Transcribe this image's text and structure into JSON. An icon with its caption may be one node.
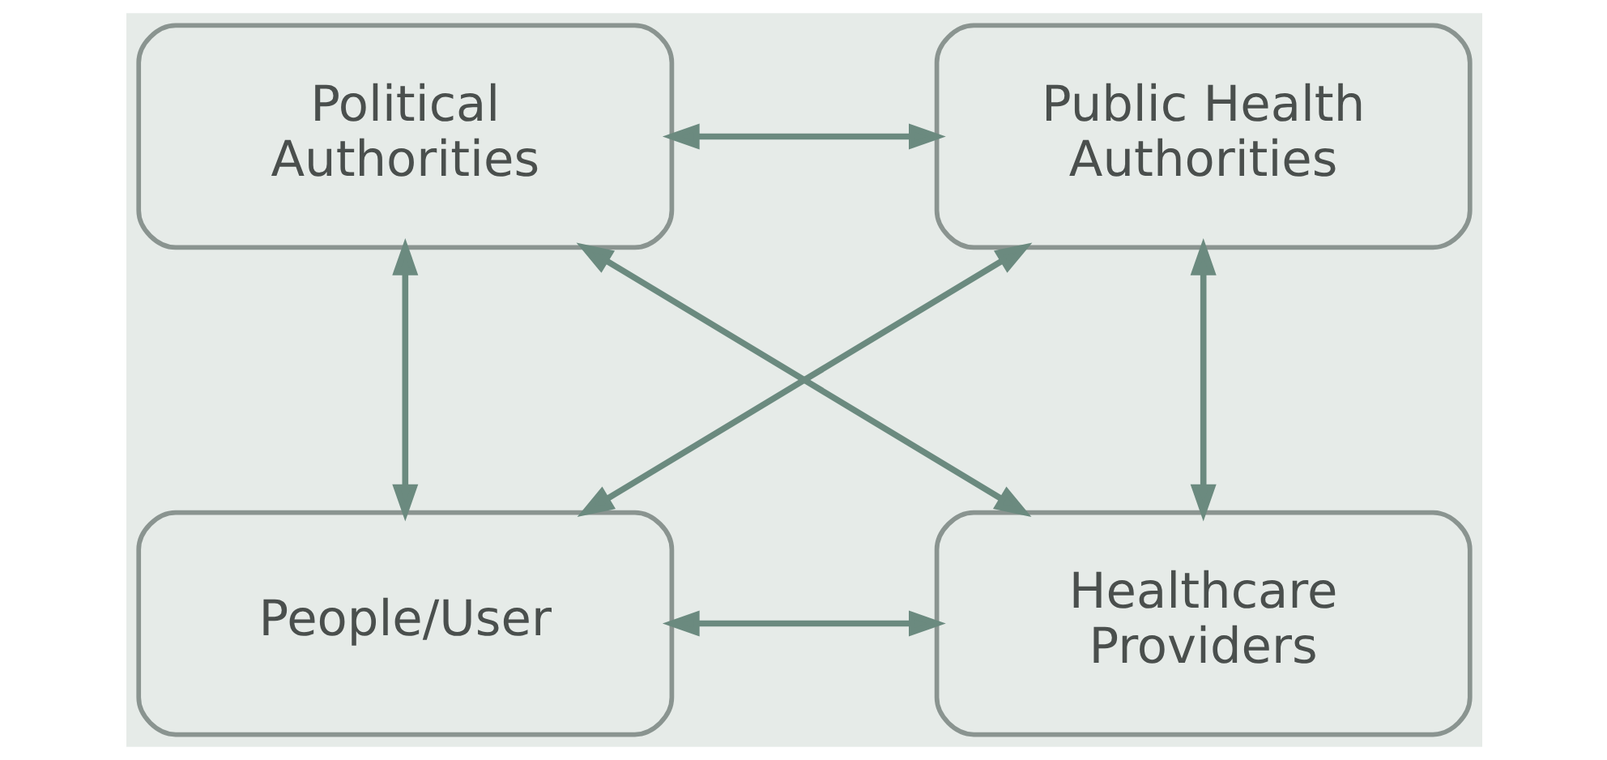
{
  "diagram": {
    "nodes": [
      {
        "text": [
          "Political Authorities"
        ]
      },
      {
        "text": [
          "Public Health Authorities"
        ]
      },
      {
        "text": [
          "People/User"
        ]
      },
      {
        "text": [
          "Healthcare Providers"
        ]
      }
    ],
    "edges": [
      {
        "from": 0,
        "to": 1,
        "arrow": "both"
      },
      {
        "from": 0,
        "to": 2,
        "arrow": "both"
      },
      {
        "from": 1,
        "to": 3,
        "arrow": "both"
      },
      {
        "from": 0,
        "to": 3,
        "arrow": "both"
      },
      {
        "from": 1,
        "to": 2,
        "arrow": "both"
      },
      {
        "from": 2,
        "to": 3,
        "arrow": "both"
      }
    ]
  }
}
